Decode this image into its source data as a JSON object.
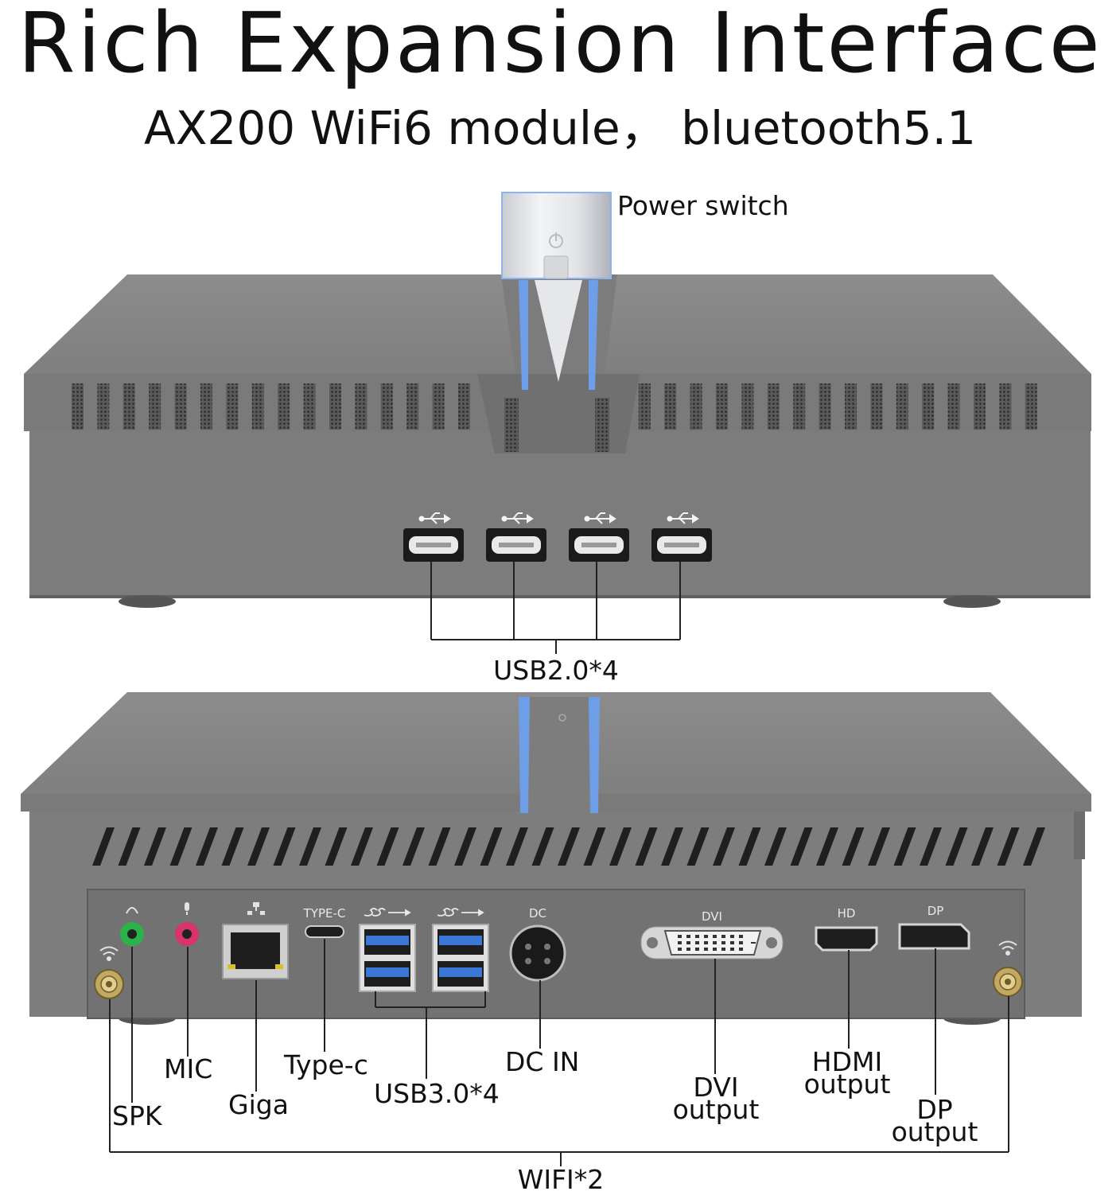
{
  "header": {
    "title": "Rich Expansion Interface",
    "subtitle": "AX200 WiFi6 module，  bluetooth5.1"
  },
  "front_view": {
    "power_switch_label": "Power switch",
    "usb2_label": "USB2.0*4"
  },
  "rear_view": {
    "port_tags": {
      "type_c": "TYPE-C",
      "dc": "DC",
      "dvi": "DVI",
      "hd": "HD",
      "dp": "DP"
    },
    "labels": {
      "spk": "SPK",
      "mic": "MIC",
      "giga": "Giga",
      "type_c": "Type-c",
      "usb3": "USB3.0*4",
      "dc_in": "DC  IN",
      "dvi_output_1": "DVI",
      "dvi_output_2": "output",
      "hdmi_output_1": "HDMI",
      "hdmi_output_2": "output",
      "dp_output_1": "DP",
      "dp_output_2": "output",
      "wifi": "WIFI*2"
    }
  },
  "colors": {
    "chassis": "#7d7d7d",
    "chassis_top": "#8a8a8a",
    "panel": "#6f6f6f",
    "accent_blue": "#6f9ee8",
    "usb3_blue": "#3b78d6",
    "audio_green": "#2bb34a",
    "audio_pink": "#d8346a"
  }
}
